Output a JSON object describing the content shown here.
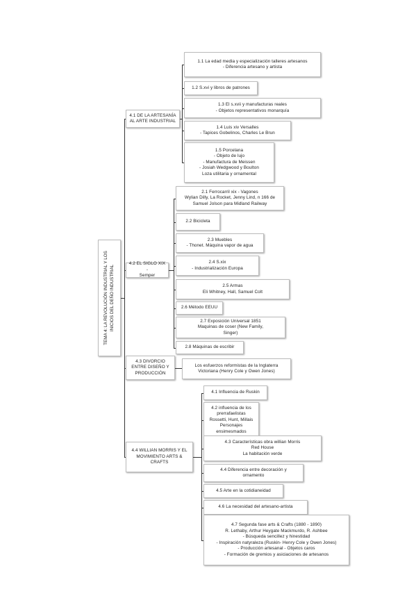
{
  "root": {
    "lines": [
      "TEMA 4: LA REVOLUCIÓN INDUSTRIAL Y LOS",
      "INICIOS DEL DEÑO INDUSTRIAL"
    ]
  },
  "sections": [
    {
      "title_lines": [
        "4.1 DE LA ARTESANÍA",
        "AL ARTE INDUSTRIAL"
      ],
      "items": [
        {
          "lines": [
            "1.1 La edad media y especialización talleres artesanos",
            "- Diferencia artesano y artista"
          ]
        },
        {
          "lines": [
            "1.2  S.xvi y libros de patrones"
          ]
        },
        {
          "lines": [
            "1.3  El s.xvii y manufacturas reales",
            "- Objetos representativos monarquía"
          ]
        },
        {
          "lines": [
            "1.4  Luis xiv Versalles",
            "- Tapices Gobelinos, Charles Le Brun"
          ]
        },
        {
          "lines": [
            "1.5 Porcelana",
            "- Objeto de lujo",
            "- Manufactura de Meissen",
            "- Josiah Wedgwood y Boulton",
            "Loza utilitaria y ornamental"
          ]
        }
      ]
    },
    {
      "title_lines": [
        "4.2  EL SIGLO XIX -",
        "Semper"
      ],
      "items": [
        {
          "lines": [
            "2.1 Ferrocarril xix - Vagones",
            "Wylian Dilly, La Rocket, Jenny Lind, n 166 de",
            "Samuel Jolson para Midland Railway"
          ]
        },
        {
          "lines": [
            "2.2  Bicicleta"
          ]
        },
        {
          "lines": [
            "2.3  Muebles",
            "- Thonet. Máquina vapor de agua"
          ]
        },
        {
          "lines": [
            "2.4  S.xix",
            "- Industrialización Europa"
          ]
        },
        {
          "lines": [
            "2.5  Armas",
            "Eli Whitney, Hall, Samuel Colt"
          ]
        },
        {
          "lines": [
            "2.6  Método EEUU"
          ]
        },
        {
          "lines": [
            "2.7  Exposición Universal 1851",
            "Maquinas de coser (New Family,",
            "Singer)"
          ]
        },
        {
          "lines": [
            "2.8  Máquinas de escribir"
          ]
        }
      ]
    },
    {
      "title_lines": [
        "4.3 DIVORCIO",
        "ENTRE DISEÑO Y",
        "PRODUCCIÓN"
      ],
      "items": [
        {
          "lines": [
            "Los esfuerzos reformistas de la Inglaterra",
            "Victoriana (Henry Cole y Owen Jones)"
          ]
        }
      ]
    },
    {
      "title_lines": [
        "4.4  WILLIAN MORRIS Y EL",
        "MOVIMIENTO ARTS &",
        "CRAFTS"
      ],
      "items": [
        {
          "lines": [
            "4.1  Influencia de Ruskin"
          ]
        },
        {
          "lines": [
            "4.2  influencia de los",
            "prerrafaelistas",
            "Rossetti, Hunt, Millais",
            "Personajes ensimesmados"
          ]
        },
        {
          "lines": [
            "4.3  Características obra willian Morris",
            "Red House",
            "La habitación verde"
          ]
        },
        {
          "lines": [
            "4.4  Diferencia entre decoración y",
            "ornamento"
          ]
        },
        {
          "lines": [
            "4.5  Arte en la cotidianeidad"
          ]
        },
        {
          "lines": [
            "4.6  La necesidad del artesano-artista"
          ]
        },
        {
          "lines": [
            "4.7  Segunda fase arts & Crafts (1880 - 1890)",
            "R. Lethaby, Arthur Heygate Mackmurdo, R. Ashbee",
            "- Búsqueda sencillez y hinestidad",
            "- Inspiración natyraleza (Ruskin- Henry Cole y Owen Jones)",
            "- Producción artesanal - Objetos caros",
            "- Formación de gremios y asiciaciones de artesanos"
          ]
        }
      ]
    }
  ]
}
